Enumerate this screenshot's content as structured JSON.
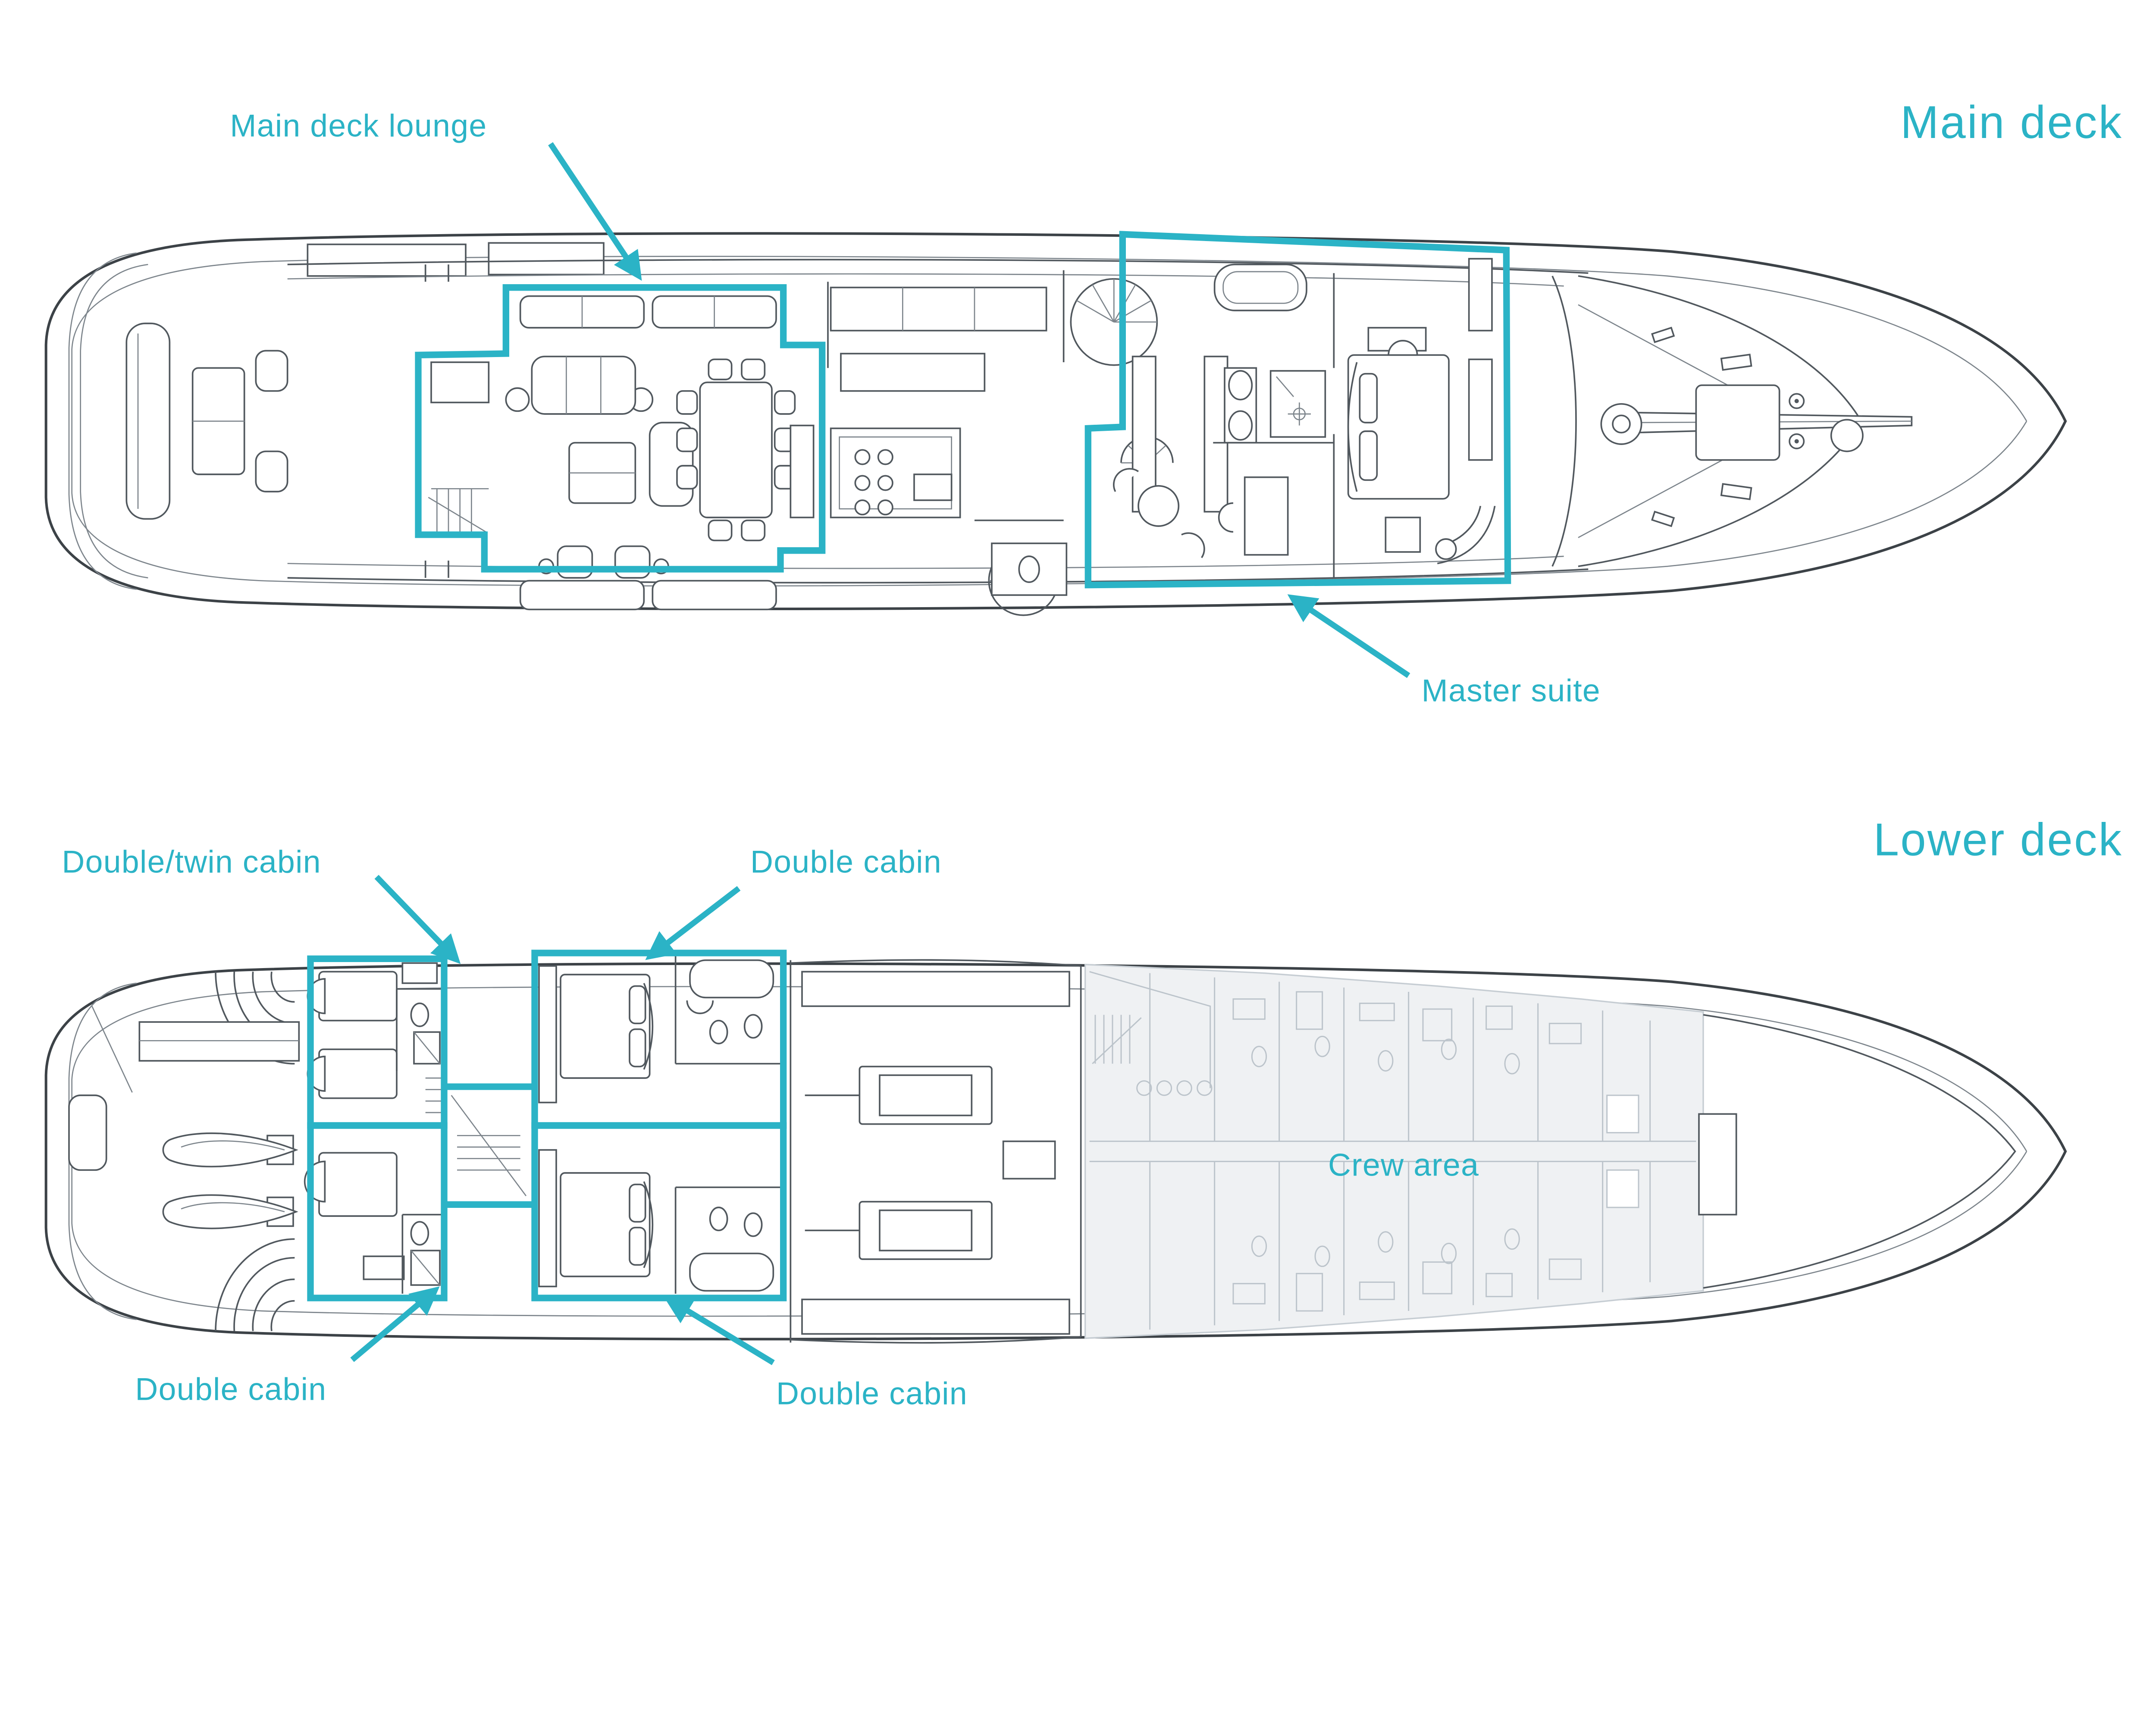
{
  "colors": {
    "accent": "#2bb3c6",
    "plan_line": "#3c4247",
    "faded_plan_line": "#bcc4cb"
  },
  "main_deck": {
    "title": "Main deck",
    "lounge_label": "Main deck lounge",
    "master_label": "Master suite"
  },
  "lower_deck": {
    "title": "Lower deck",
    "twin_label": "Double/twin cabin",
    "cabin_top_label": "Double cabin",
    "crew_label": "Crew area",
    "cabin_bottom_left_label": "Double cabin",
    "cabin_bottom_center_label": "Double cabin"
  }
}
